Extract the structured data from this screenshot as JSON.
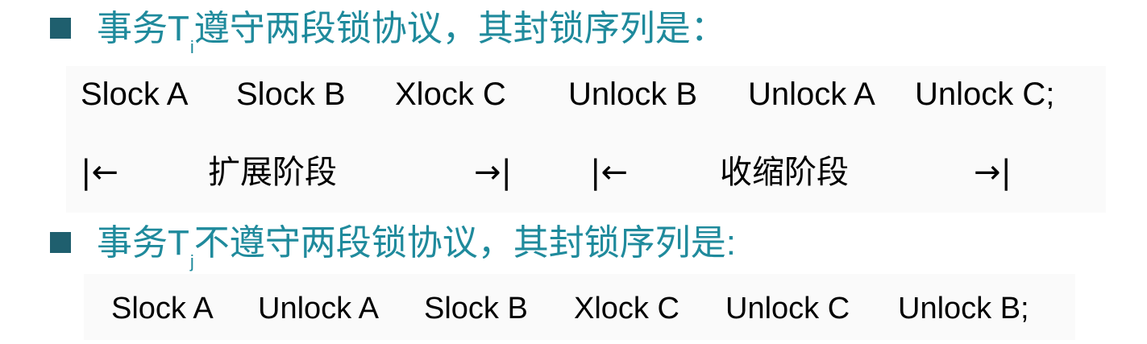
{
  "colors": {
    "heading": "#1f8a9c",
    "bullet": "#1f5f6e",
    "body_text": "#000000",
    "panel": "#fafafa"
  },
  "section1": {
    "bullet_icon": "square-bullet-icon",
    "heading_prefix": "事务T",
    "heading_subscript": "i",
    "heading_suffix": "遵守两段锁协议，其封锁序列是：",
    "sequence": [
      "Slock A",
      "Slock B",
      "Xlock C",
      "Unlock B",
      "Unlock A",
      "Unlock C;"
    ],
    "phases": {
      "expand_start_arrow": "|←",
      "expand_label": "扩展阶段",
      "expand_end_arrow": "→|",
      "shrink_start_arrow": "|←",
      "shrink_label": "收缩阶段",
      "shrink_end_arrow": "→|"
    }
  },
  "section2": {
    "bullet_icon": "square-bullet-icon",
    "heading_prefix": "事务T",
    "heading_subscript": "j",
    "heading_suffix": "不遵守两段锁协议，其封锁序列是:",
    "sequence": [
      "Slock A",
      "Unlock A",
      "Slock B",
      "Xlock C",
      "Unlock C",
      "Unlock B;"
    ]
  }
}
